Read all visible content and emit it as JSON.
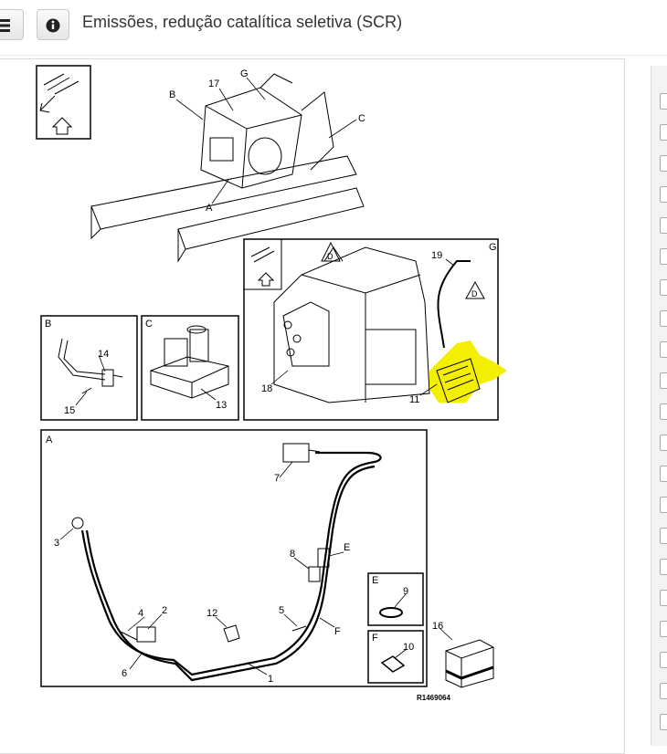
{
  "header": {
    "title": "Emissões, redução catalítica seletiva (SCR)",
    "menu_icon": "hamburger-menu-icon",
    "info_icon": "info-icon"
  },
  "diagram": {
    "reference": "R1469064",
    "overview_labels": {
      "b": "B",
      "n17": "17",
      "g": "G",
      "c": "C",
      "a": "A"
    },
    "detail_g": {
      "label": "G",
      "d1": "D",
      "d2": "D",
      "n19": "19",
      "n18": "18",
      "n11": "11"
    },
    "detail_b": {
      "label": "B",
      "n14": "14",
      "n15": "15"
    },
    "detail_c": {
      "label": "C",
      "n13": "13"
    },
    "detail_a": {
      "label": "A",
      "n7": "7",
      "n3": "3",
      "n8": "8",
      "e": "E",
      "n4": "4",
      "n2": "2",
      "n12": "12",
      "n5": "5",
      "f": "F",
      "n6": "6",
      "n1": "1"
    },
    "detail_e": {
      "label": "E",
      "n9": "9"
    },
    "detail_f": {
      "label": "F",
      "n10": "10"
    },
    "n16": "16"
  },
  "highlight_color": "#f4ef00"
}
